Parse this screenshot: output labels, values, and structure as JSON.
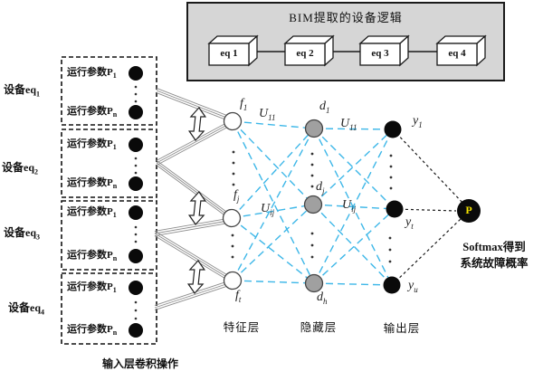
{
  "bim_box": {
    "title": "BIM提取的设备逻辑",
    "devices": [
      "eq 1",
      "eq 2",
      "eq 3",
      "eq 4"
    ]
  },
  "input_section": {
    "device_labels": [
      {
        "base": "设备eq",
        "sub": "1"
      },
      {
        "base": "设备eq",
        "sub": "2"
      },
      {
        "base": "设备eq",
        "sub": "3"
      },
      {
        "base": "设备eq",
        "sub": "4"
      }
    ],
    "param_top": {
      "base": "运行参数P",
      "sub": "1"
    },
    "param_bottom": {
      "base": "运行参数P",
      "sub": "n"
    },
    "caption": "输入层卷积操作"
  },
  "network": {
    "feature_nodes": [
      {
        "base": "f",
        "sub": "1"
      },
      {
        "base": "f",
        "sub": "j"
      },
      {
        "base": "f",
        "sub": "t"
      }
    ],
    "hidden_nodes": [
      {
        "base": "d",
        "sub": "1"
      },
      {
        "base": "d",
        "sub": "j"
      },
      {
        "base": "d",
        "sub": "h"
      }
    ],
    "output_nodes": [
      {
        "base": "y",
        "sub": "1"
      },
      {
        "base": "y",
        "sub": "t"
      },
      {
        "base": "y",
        "sub": "u"
      }
    ],
    "weight_labels": [
      {
        "base": "U",
        "sub": "11"
      },
      {
        "base": "U",
        "sub": "11"
      },
      {
        "base": "U",
        "sub": "ij"
      },
      {
        "base": "U",
        "sub": "ij"
      }
    ],
    "feature_layer_label": "特征层",
    "hidden_layer_label": "隐藏层",
    "output_layer_label": "输出层"
  },
  "softmax": {
    "node_label": "P",
    "caption_line1": "Softmax得到",
    "caption_line2": "系统故障概率"
  },
  "colors": {
    "dashed_link": "#3db7e8",
    "ribbon": "#8c8c8c",
    "hidden_node_fill": "#a0a0a0",
    "node_outline": "#444444",
    "black_node": "#0a0a0a",
    "p_text": "#f5e400",
    "bim_box_fill": "#d6d6d6"
  }
}
